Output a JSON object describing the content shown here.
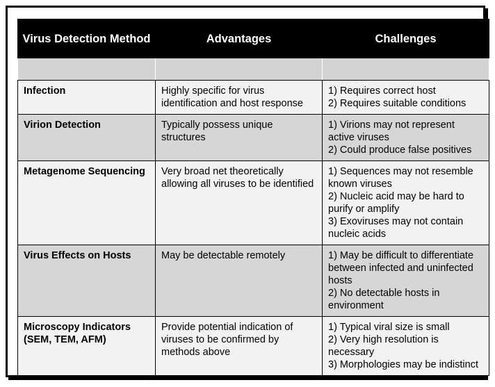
{
  "header": {
    "col1": "Virus Detection Method",
    "col2": "Advantages",
    "col3": "Challenges"
  },
  "rows": [
    {
      "method": "Infection",
      "advantage": "Highly specific for virus identification and host response",
      "challenges": [
        "1) Requires correct host",
        "2) Requires suitable conditions"
      ]
    },
    {
      "method": "Virion Detection",
      "advantage": "Typically possess  unique structures",
      "challenges": [
        "1) Virions may not represent active viruses",
        "2) Could produce false positives"
      ]
    },
    {
      "method": "Metagenome Sequencing",
      "advantage": "Very broad net theoretically allowing all viruses to be identified",
      "challenges": [
        "1) Sequences may not resemble known viruses",
        "2) Nucleic acid may be hard to purify or amplify",
        "3) Exoviruses may not contain nucleic acids"
      ]
    },
    {
      "method": "Virus Effects on Hosts",
      "advantage": "May be detectable remotely",
      "challenges": [
        "1) May be difficult to differentiate between infected and uninfected hosts",
        "2) No detectable hosts in environment"
      ]
    },
    {
      "method": "Microscopy Indicators (SEM, TEM, AFM)",
      "advantage": "Provide potential indication of viruses to be confirmed by methods above",
      "challenges": [
        "1) Typical viral size is small",
        "2) Very high resolution is necessary",
        "3) Morphologies may be indistinct"
      ]
    }
  ]
}
